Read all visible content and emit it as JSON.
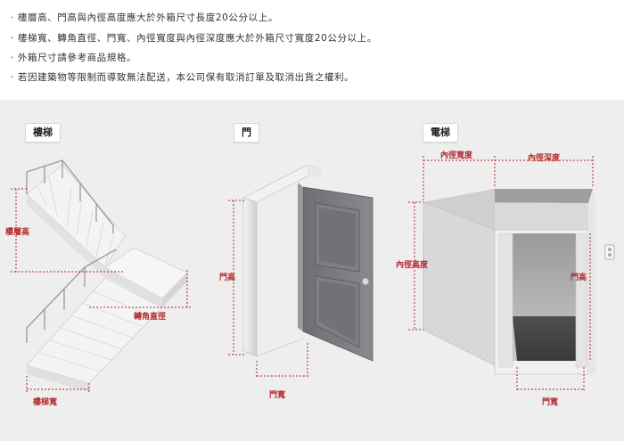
{
  "notes": [
    "· 樓層高、門高與內徑高度應大於外箱尺寸長度20公分以上。",
    "· 樓梯寬、轉角直徑、門寬、內徑寬度與內徑深度應大於外箱尺寸寬度20公分以上。",
    "· 外箱尺寸請參考商品規格。",
    "· 若因建築物等限制而導致無法配送，本公司保有取消訂單及取消出貨之權利。"
  ],
  "sections": {
    "stairs": "樓梯",
    "door": "門",
    "elevator": "電梯"
  },
  "labels": {
    "floor_height": "樓層高",
    "corner_diameter": "轉角直徑",
    "stair_width": "樓梯寬",
    "door_height": "門高",
    "door_width": "門寬",
    "inner_width": "內徑寬度",
    "inner_depth": "內徑深度",
    "inner_height": "內徑高度",
    "elev_door_height": "門高",
    "elev_door_width": "門寬"
  },
  "colors": {
    "dimension": "#b3262b",
    "panel_bg": "#eeeeee"
  }
}
